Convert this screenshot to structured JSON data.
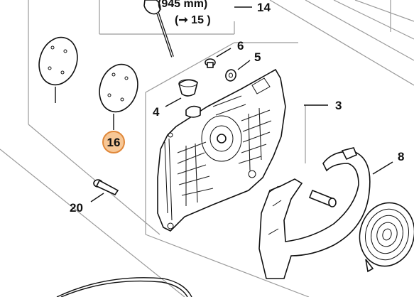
{
  "callouts": {
    "c14": "14",
    "c15_text": "(➞ 15 )",
    "length_note": "(945 mm)",
    "c6": "6",
    "c5": "5",
    "c3": "3",
    "c4": "4",
    "c16": "16",
    "c8": "8",
    "c20": "20"
  },
  "colors": {
    "highlight_fill": "#f7c796",
    "highlight_stroke": "#e0883a",
    "frame": "#9a9a9a",
    "ink": "#111111"
  }
}
